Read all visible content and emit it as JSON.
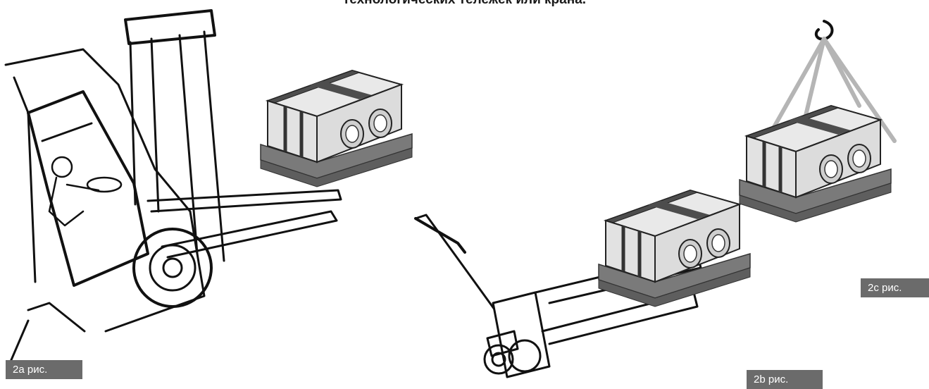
{
  "header": {
    "text": "технологических тележек или крана."
  },
  "captions": {
    "a": "2а рис.",
    "b": "2b рис.",
    "c": "2с рис."
  },
  "colors": {
    "caption_bg": "#6b6b6b",
    "box_dark": "#555555",
    "box_light": "#e6e6e6",
    "pallet": "#7a7a7a",
    "sling": "#b5b5b5",
    "line": "#111111"
  }
}
